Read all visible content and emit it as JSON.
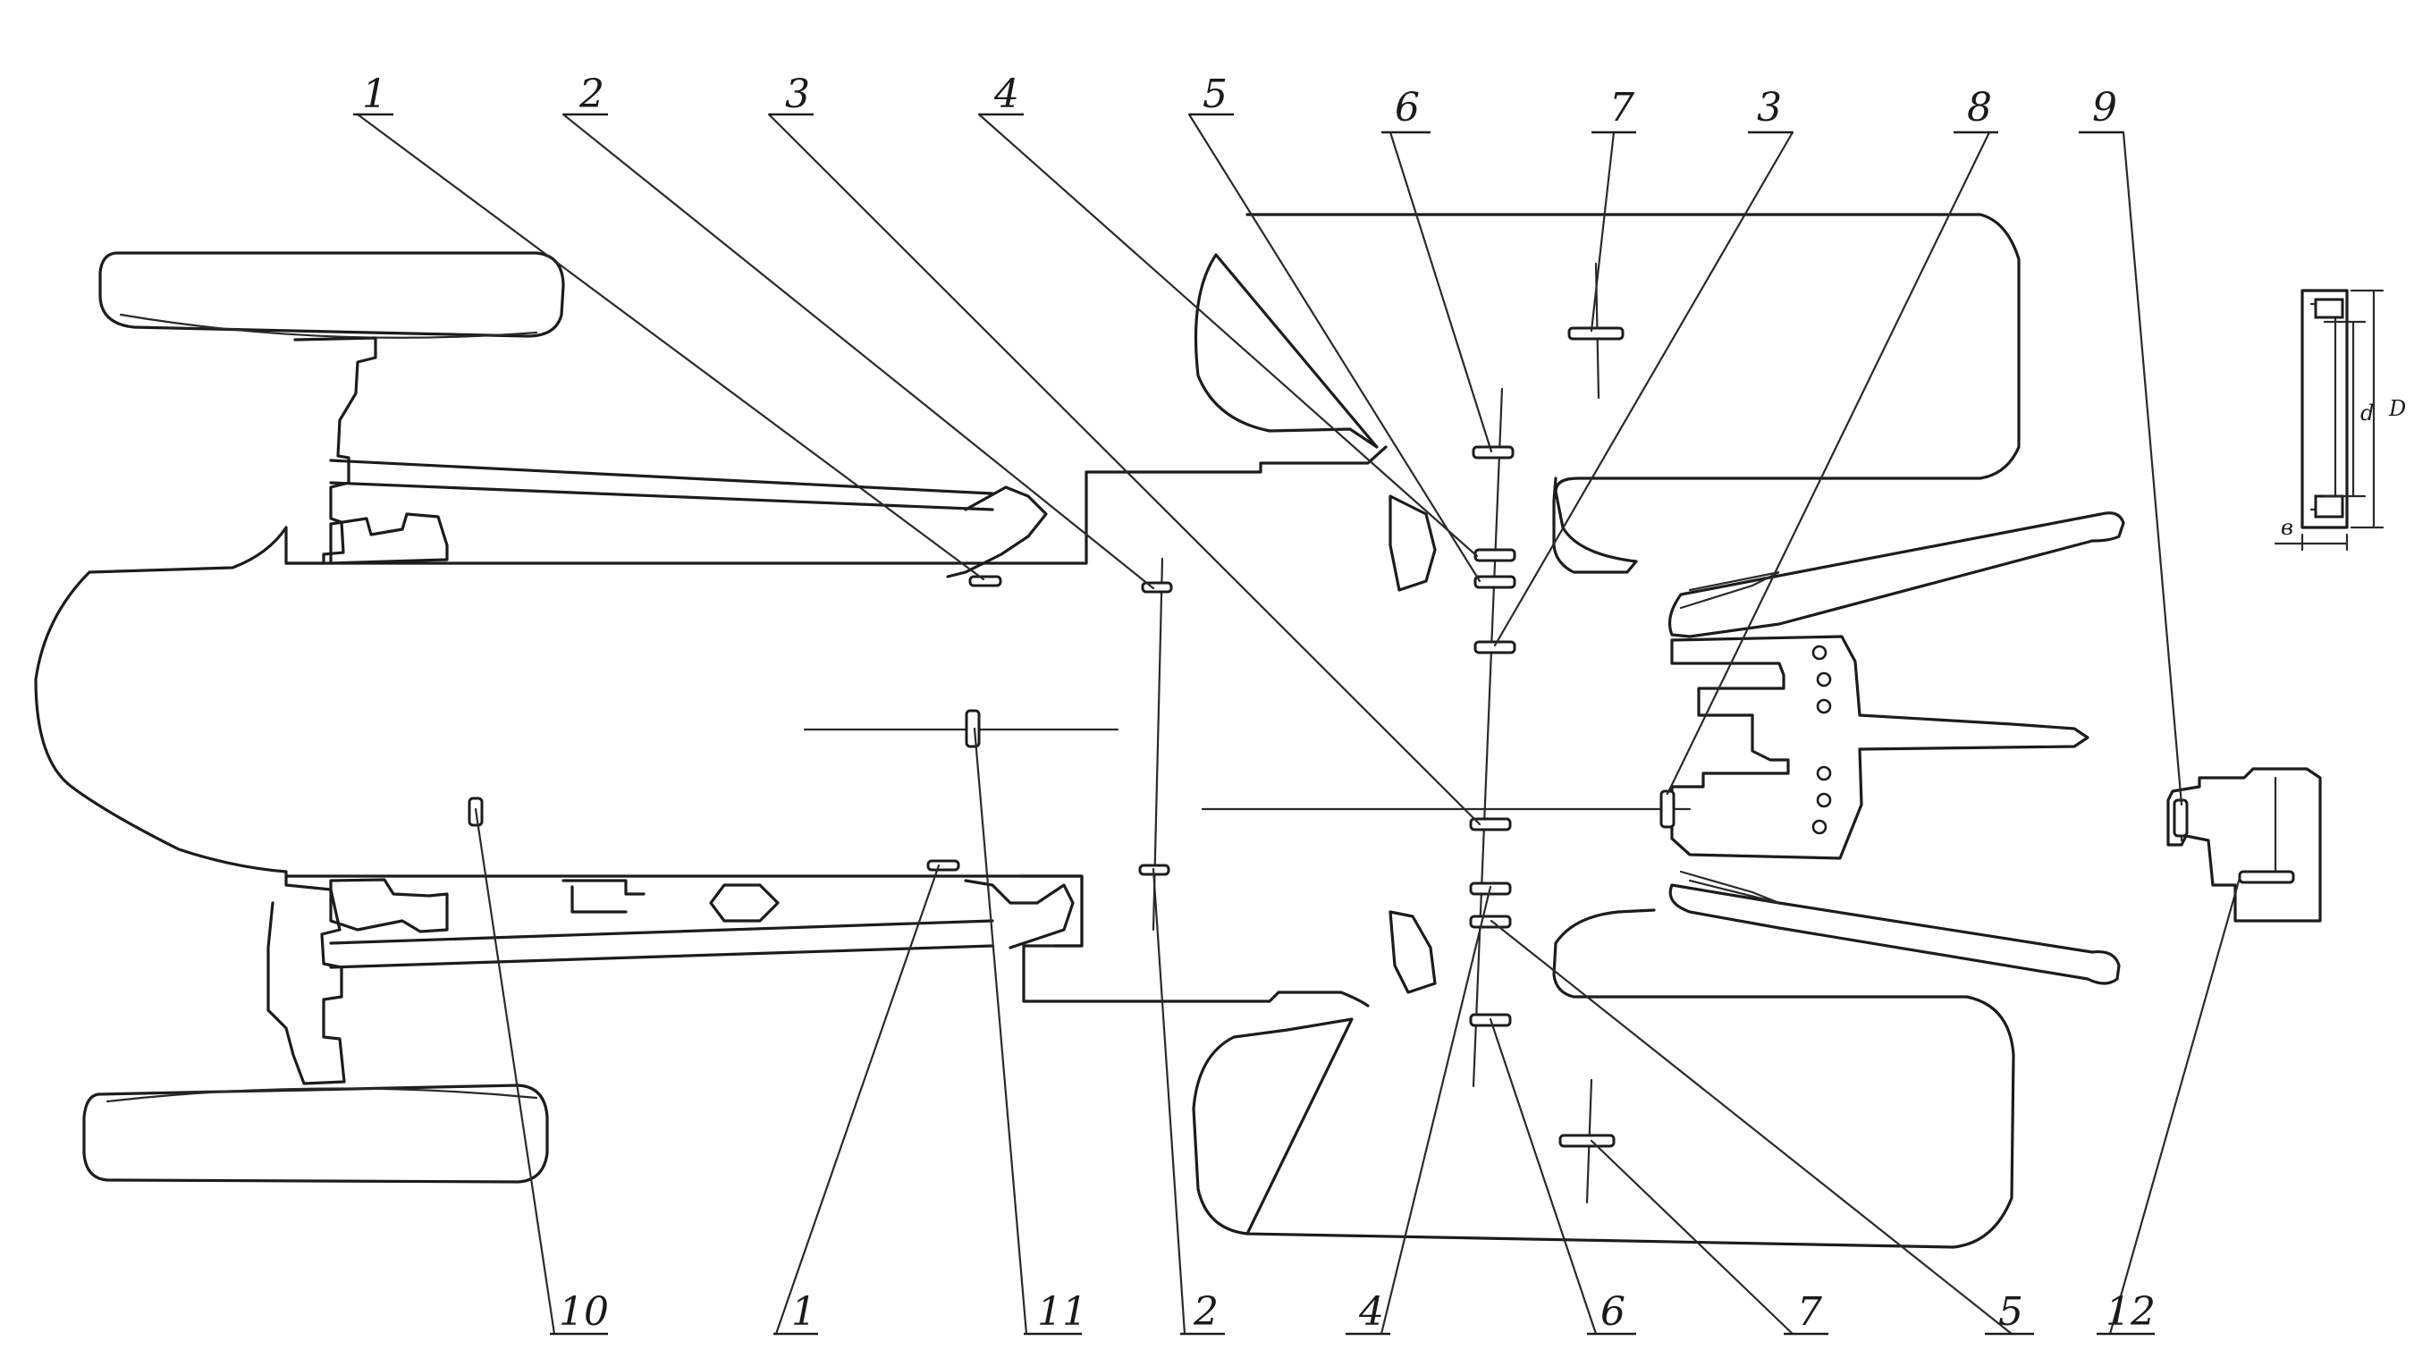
{
  "diagram": {
    "top_labels": [
      "1",
      "2",
      "3",
      "4",
      "5",
      "6",
      "7",
      "3",
      "8",
      "9"
    ],
    "bottom_labels": [
      "10",
      "1",
      "11",
      "2",
      "4",
      "6",
      "7",
      "5",
      "12"
    ],
    "seal_detail_dims": {
      "outer": "D",
      "inner": "d",
      "width": "в"
    }
  }
}
